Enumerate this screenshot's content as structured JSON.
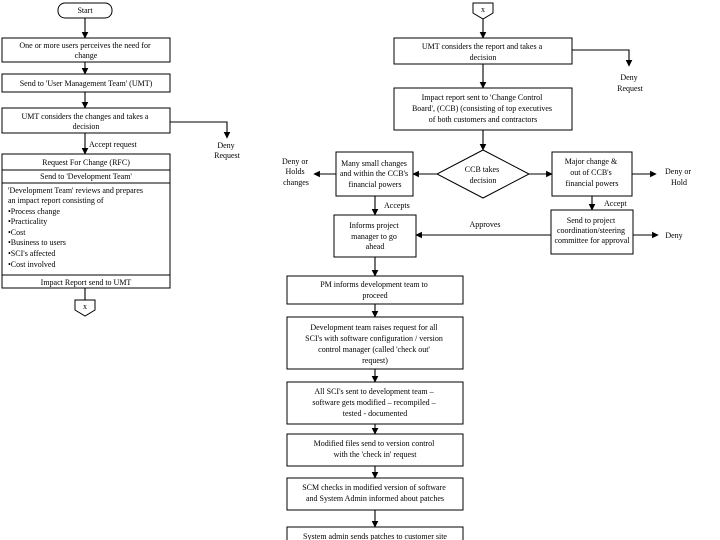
{
  "left": {
    "start": "Start",
    "perceive": [
      "One or more users perceives the need for",
      "change"
    ],
    "send_umt": "Send to 'User Management Team' (UMT)",
    "umt_consider": [
      "UMT considers the changes and takes a",
      "decision"
    ],
    "deny": [
      "Deny",
      "Request"
    ],
    "accept": "Accept request",
    "rfc": "Request For Change (RFC)",
    "send_dev": "Send to 'Development Team'",
    "dev_review": [
      "'Development Team' reviews and prepares",
      "an impact report consisting of",
      "•Process change",
      "•Practicality",
      "•Cost",
      "•Business to users",
      "•SCI's affected",
      "•Cost involved"
    ],
    "impact_sent": "Impact Report send to UMT",
    "connector": "x"
  },
  "right": {
    "connector": "x",
    "umt_report": [
      "UMT considers the report and takes a",
      "decision"
    ],
    "deny": [
      "Deny",
      "Request"
    ],
    "impact_ccb": [
      "Impact report sent to 'Change Control",
      "Board', (CCB) (consisting of top executives",
      "of both customers and contractors"
    ],
    "ccb_decision": [
      "CCB takes",
      "decision"
    ],
    "deny_hold_left": [
      "Deny or",
      "Holds",
      "changes"
    ],
    "many_small": [
      "Many small changes",
      "and within the CCB's",
      "financial powers"
    ],
    "major_change": [
      "Major change &",
      "out of CCB's",
      "financial powers"
    ],
    "deny_hold_right": [
      "Deny or",
      "Hold"
    ],
    "accepts": "Accepts",
    "accept": "Accept",
    "approves": "Approves",
    "deny_small": "Deny",
    "inform_pm": [
      "Informs project",
      "manager to go",
      "ahead"
    ],
    "send_project": [
      "Send to project",
      "coordination/steering",
      "committee for approval"
    ],
    "pm_inform": [
      "PM informs development team to",
      "proceed"
    ],
    "dev_raise": [
      "Development team raises request for all",
      "SCI's with software configuration / version",
      "control manager (called 'check out'",
      "request)"
    ],
    "all_sci": [
      "All SCI's sent to development team –",
      "software gets modified – recompiled –",
      "tested - documented"
    ],
    "modified_files": [
      "Modified files send to version control",
      "with the 'check in' request"
    ],
    "scm_checks": [
      "SCM checks in modified version of software",
      "and System Admin informed about patches"
    ],
    "sysadmin": [
      "System admin sends patches to customer site"
    ]
  }
}
